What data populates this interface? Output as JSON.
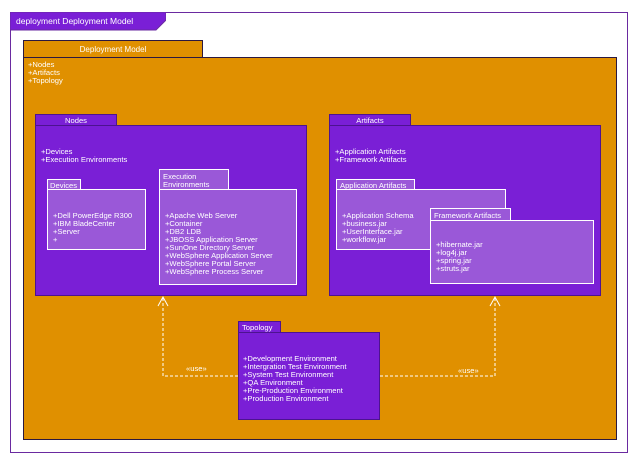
{
  "frame": {
    "title": "deployment Deployment Model"
  },
  "model": {
    "tab": "Deployment Model",
    "items": [
      "+Nodes",
      "+Artifacts",
      "+Topology"
    ]
  },
  "nodes": {
    "tab": "Nodes",
    "items": [
      "+Devices",
      "+Execution Environments"
    ],
    "devices": {
      "tab": "Devices",
      "items": [
        "+Dell PowerEdge R300",
        "+IBM BladeCenter",
        "+Server",
        "+"
      ]
    },
    "exec": {
      "tab_line1": "Execution",
      "tab_line2": "Environments",
      "items": [
        "+Apache Web Server",
        "+Container",
        "+DB2 LDB",
        "+JBOSS Application Server",
        "+SunOne Directory Server",
        "+WebSphere Application Server",
        "+WebSphere Portal Server",
        "+WebSphere Process Server"
      ]
    }
  },
  "artifacts": {
    "tab": "Artifacts",
    "items": [
      "+Application Artifacts",
      "+Framework Artifacts"
    ],
    "app": {
      "tab": "Application Artifacts",
      "items": [
        "+Application Schema",
        "+business.jar",
        "+UserInterface.jar",
        "+workflow.jar"
      ]
    },
    "fw": {
      "tab": "Framework Artifacts",
      "items": [
        "+hibernate.jar",
        "+log4j.jar",
        "+spring.jar",
        "+struts.jar"
      ]
    }
  },
  "topology": {
    "tab": "Topology",
    "items": [
      "+Development Environment",
      "+Intergration Test Environment",
      "+System Test Environment",
      "+QA Environment",
      "+Pre-Production Environment",
      "+Production Environment"
    ]
  },
  "connectors": {
    "left_label": "«use»",
    "right_label": "«use»"
  },
  "colors": {
    "outer_package": "#e09000",
    "package": "#7a1fd6",
    "subpackage": "#9a58d8",
    "frame": "#6a2aa0"
  }
}
